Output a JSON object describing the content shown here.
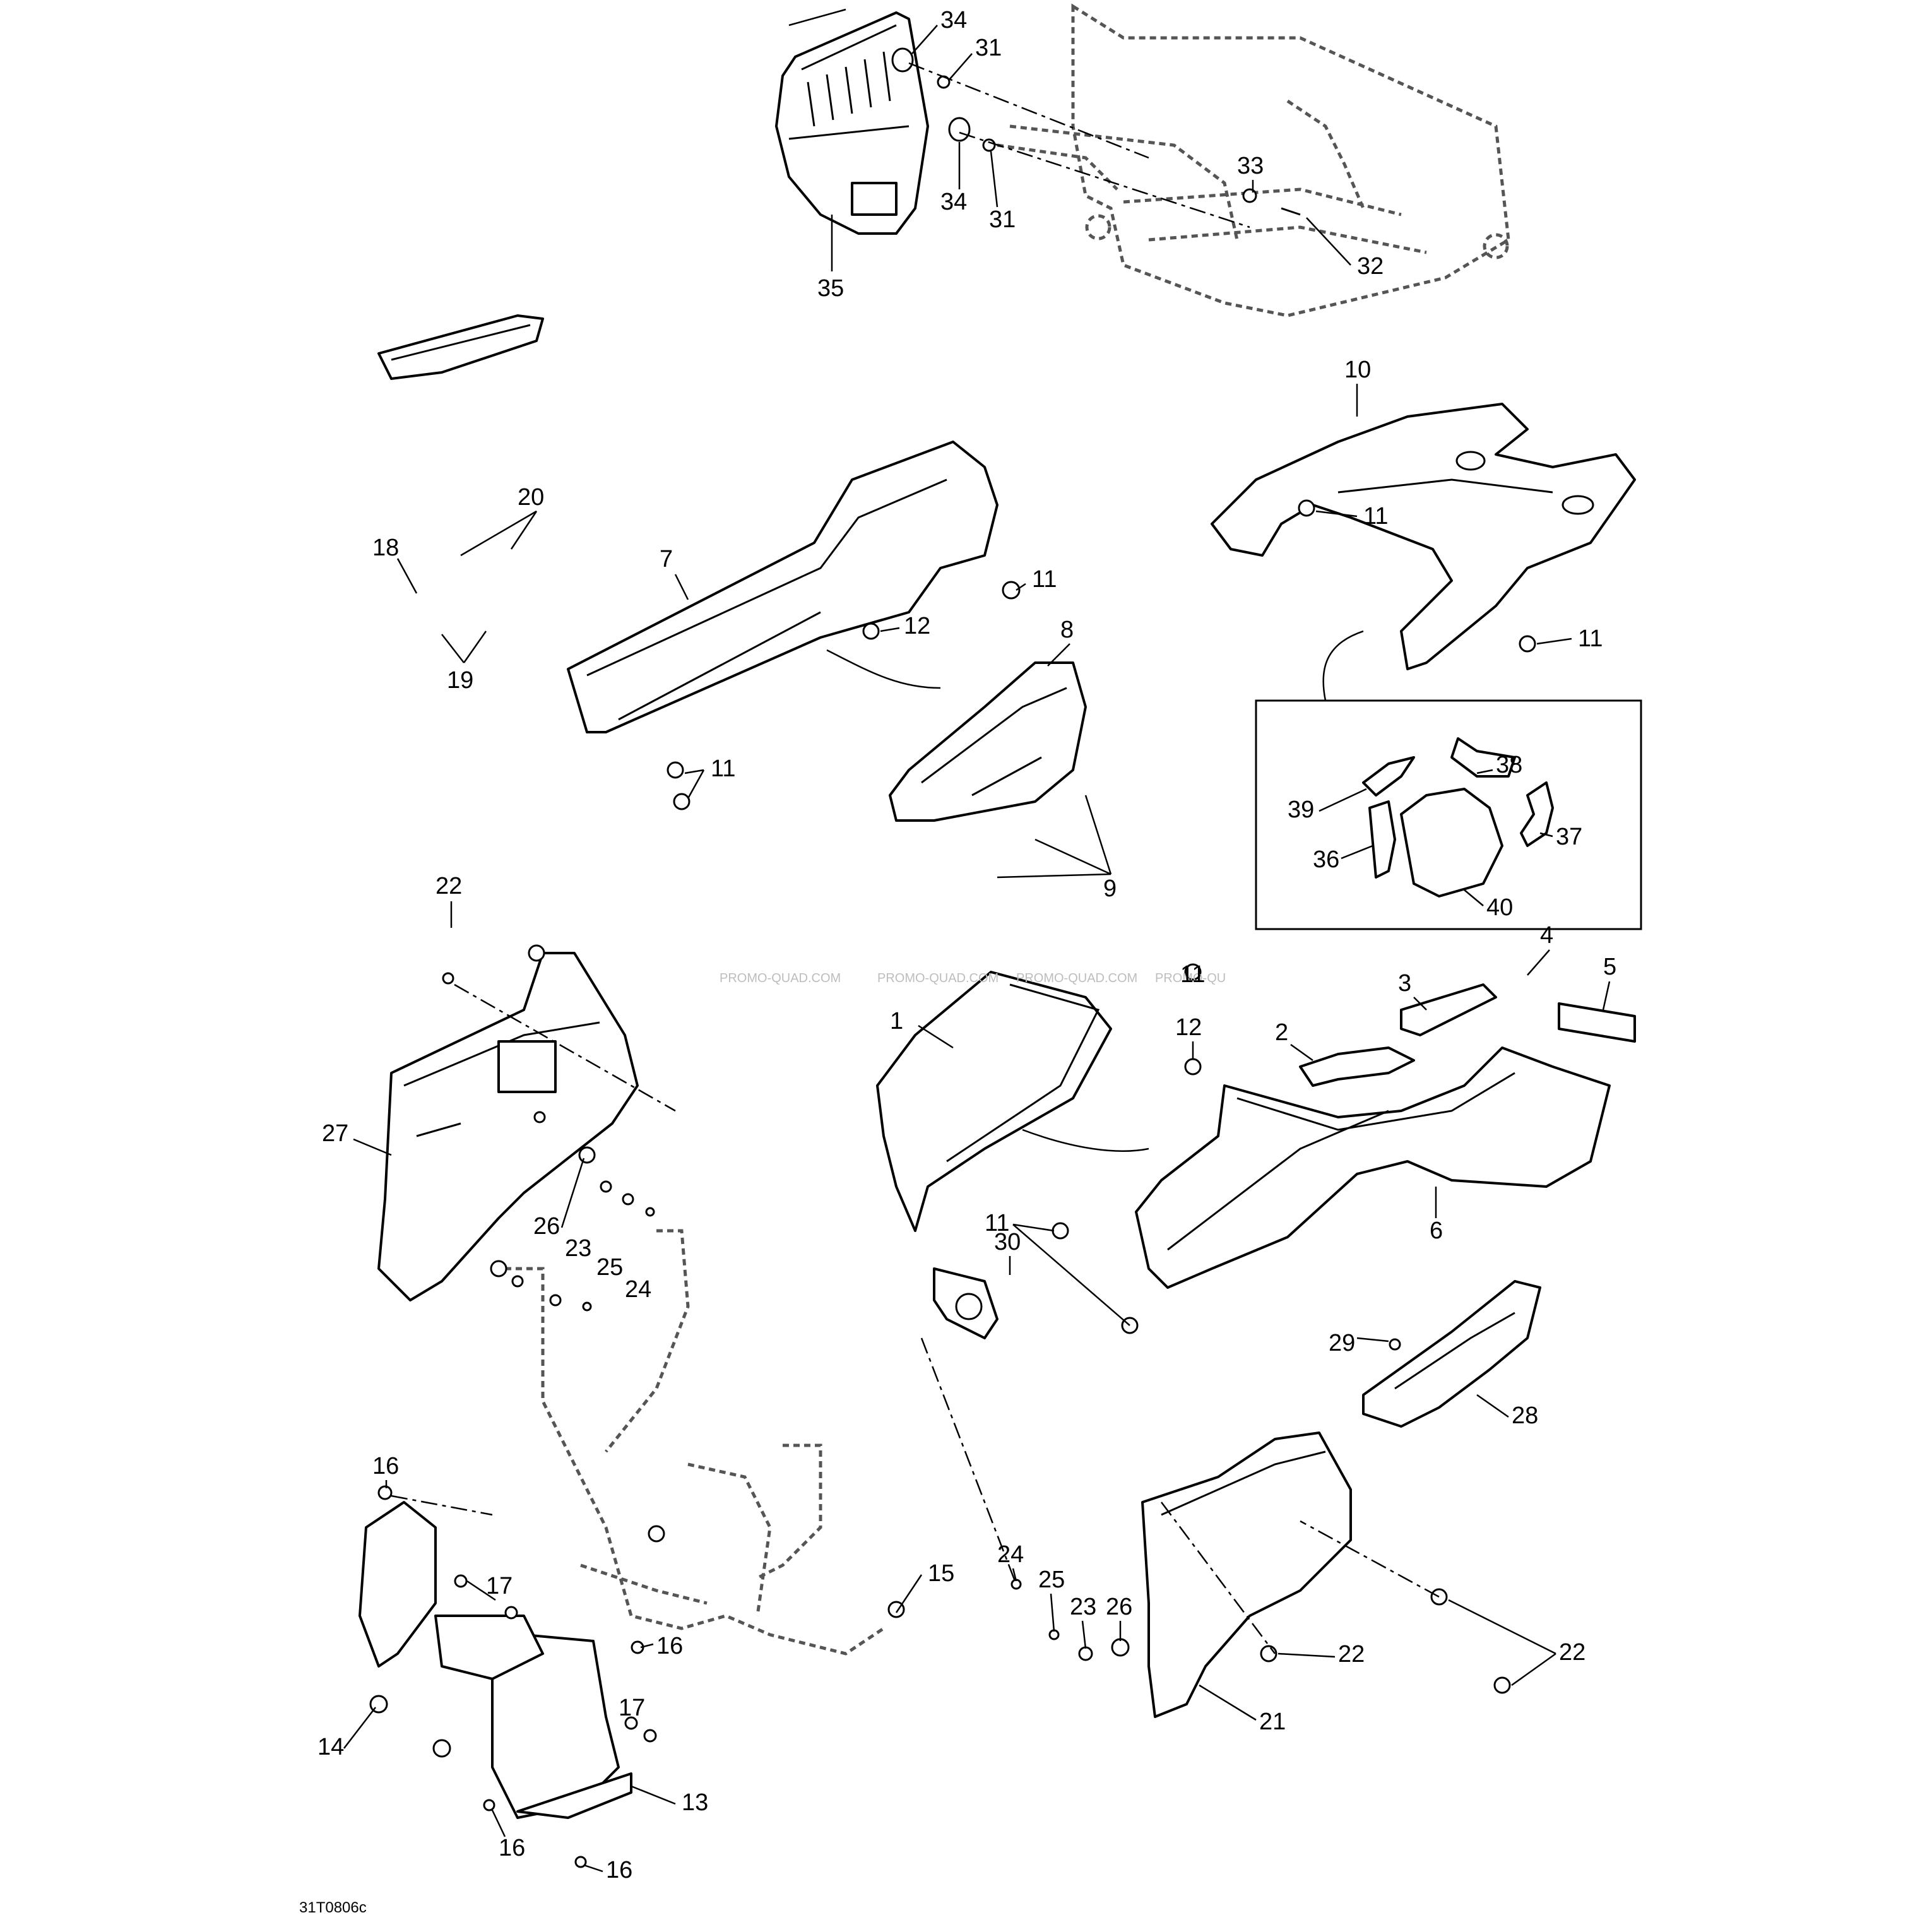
{
  "drawing_code": "31T0806c",
  "watermarks": [
    "PROMO-QUAD.COM",
    "PROMO-QUAD.COM",
    "PROMO-QUAD.COM",
    "PROMO-QU"
  ],
  "callouts": {
    "c1": "1",
    "c2": "2",
    "c3": "3",
    "c4": "4",
    "c5": "5",
    "c6": "6",
    "c7": "7",
    "c8": "8",
    "c9": "9",
    "c10": "10",
    "c11a": "11",
    "c11b": "11",
    "c11c": "11",
    "c11d": "11",
    "c11e": "11",
    "c11f": "11",
    "c12a": "12",
    "c12b": "12",
    "c13": "13",
    "c14": "14",
    "c15": "15",
    "c16a": "16",
    "c16b": "16",
    "c16c": "16",
    "c16d": "16",
    "c17a": "17",
    "c17b": "17",
    "c18": "18",
    "c19": "19",
    "c20": "20",
    "c21": "21",
    "c22a": "22",
    "c22b": "22",
    "c22c": "22",
    "c23a": "23",
    "c23b": "23",
    "c24a": "24",
    "c24b": "24",
    "c25a": "25",
    "c25b": "25",
    "c26a": "26",
    "c26b": "26",
    "c27": "27",
    "c28": "28",
    "c29": "29",
    "c30": "30",
    "c31a": "31",
    "c31b": "31",
    "c32": "32",
    "c33": "33",
    "c34a": "34",
    "c34b": "34",
    "c35": "35",
    "c36": "36",
    "c37": "37",
    "c38": "38",
    "c39": "39",
    "c40": "40"
  }
}
